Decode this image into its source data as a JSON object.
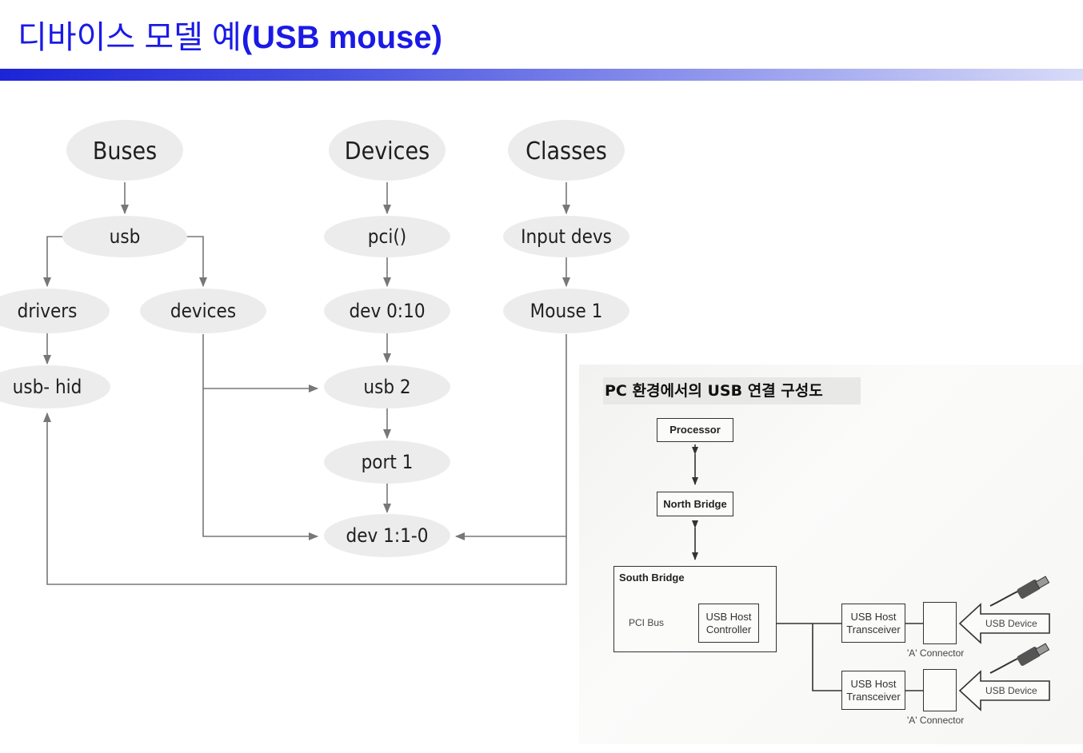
{
  "title": {
    "prefix": "디바이스 모델 예",
    "bold": "(USB mouse)"
  },
  "model": {
    "nodes": {
      "buses": "Buses",
      "devices_hdr": "Devices",
      "classes": "Classes",
      "usb": "usb",
      "pci": "pci()",
      "input_devs": "Input devs",
      "drivers": "drivers",
      "devices": "devices",
      "dev0": "dev 0:10",
      "mouse1": "Mouse 1",
      "usbhid": "usb- hid",
      "usb2": "usb 2",
      "port1": "port 1",
      "dev1": "dev 1:1-0"
    }
  },
  "usb_connection": {
    "title": "PC 환경에서의 USB 연결 구성도",
    "processor": "Processor",
    "north_bridge": "North Bridge",
    "south_bridge": "South Bridge",
    "pci_bus": "PCI Bus",
    "host_controller": "USB Host Controller",
    "transceiver_1": "USB Host Transceiver",
    "transceiver_2": "USB Host Transceiver",
    "connector_1": "'A' Connector",
    "connector_2": "'A' Connector",
    "device_1": "USB Device",
    "device_2": "USB Device"
  }
}
